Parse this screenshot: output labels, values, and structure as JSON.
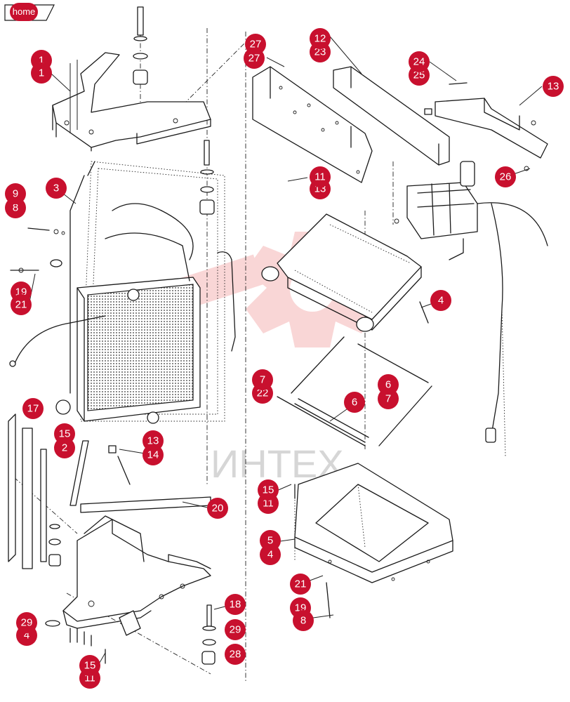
{
  "nav": {
    "home_label": "home"
  },
  "watermark": {
    "text": "ИНТЕХ",
    "color": "#f2c7c7"
  },
  "colors": {
    "callout": "#c8102e",
    "line": "#1a1a1a"
  },
  "callouts": [
    "1",
    "1",
    "2",
    "2",
    "3",
    "4",
    "4",
    "4",
    "5",
    "6",
    "6",
    "7",
    "7",
    "7",
    "8",
    "8",
    "8",
    "9",
    "11",
    "11",
    "11",
    "12",
    "12",
    "13",
    "14",
    "15",
    "15",
    "17",
    "18",
    "19",
    "19",
    "20",
    "21",
    "21",
    "22",
    "23",
    "24",
    "25",
    "26",
    "27",
    "28",
    "29",
    "29"
  ]
}
